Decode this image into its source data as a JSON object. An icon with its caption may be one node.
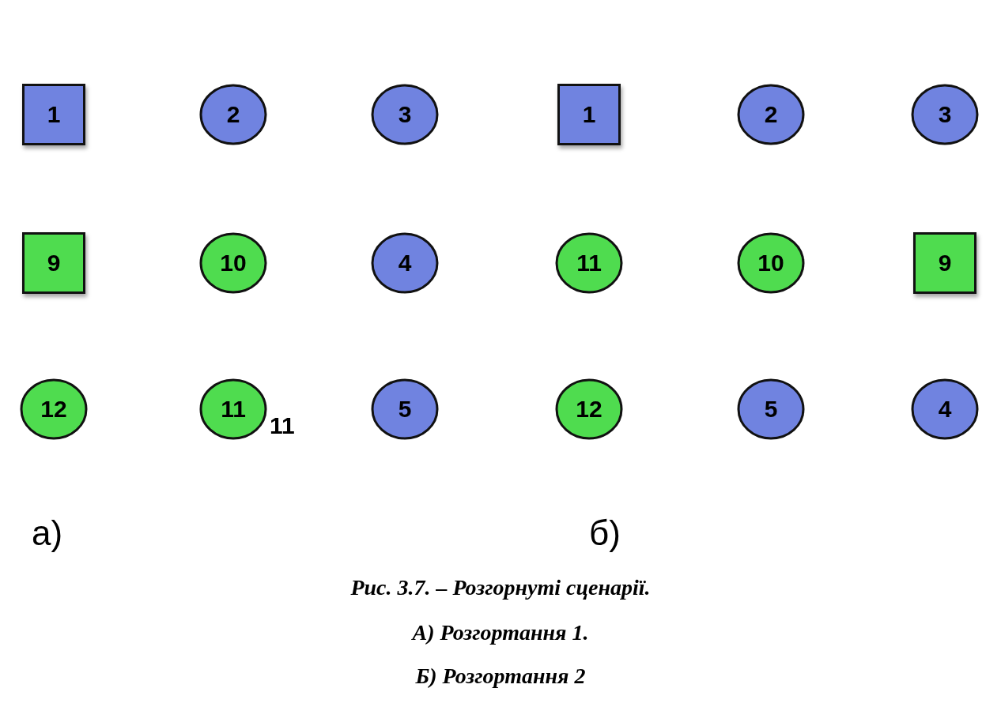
{
  "diagram": {
    "caption": "Рис. 3.7. – Розгорнуті сценарії.",
    "nodes": [
      {
        "text": [
          "1"
        ]
      },
      {
        "text": [
          "2"
        ]
      },
      {
        "text": [
          "3"
        ]
      },
      {
        "text": [
          "9"
        ]
      },
      {
        "text": [
          "10"
        ]
      },
      {
        "text": [
          "4"
        ]
      },
      {
        "text": [
          "12"
        ]
      },
      {
        "text": [
          "11"
        ],
        "beside": [
          "11"
        ]
      },
      {
        "text": [
          "5"
        ]
      },
      {
        "text": [
          "1"
        ]
      },
      {
        "text": [
          "2"
        ]
      },
      {
        "text": [
          "3"
        ]
      },
      {
        "text": [
          "11"
        ]
      },
      {
        "text": [
          "10"
        ]
      },
      {
        "text": [
          "9"
        ]
      },
      {
        "text": [
          "12"
        ]
      },
      {
        "text": [
          "5"
        ]
      },
      {
        "text": [
          "4"
        ]
      }
    ],
    "edges": [],
    "labels": [
      "а)",
      "б)",
      "А) Розгортання 1.",
      "Б) Розгортання 2"
    ]
  }
}
